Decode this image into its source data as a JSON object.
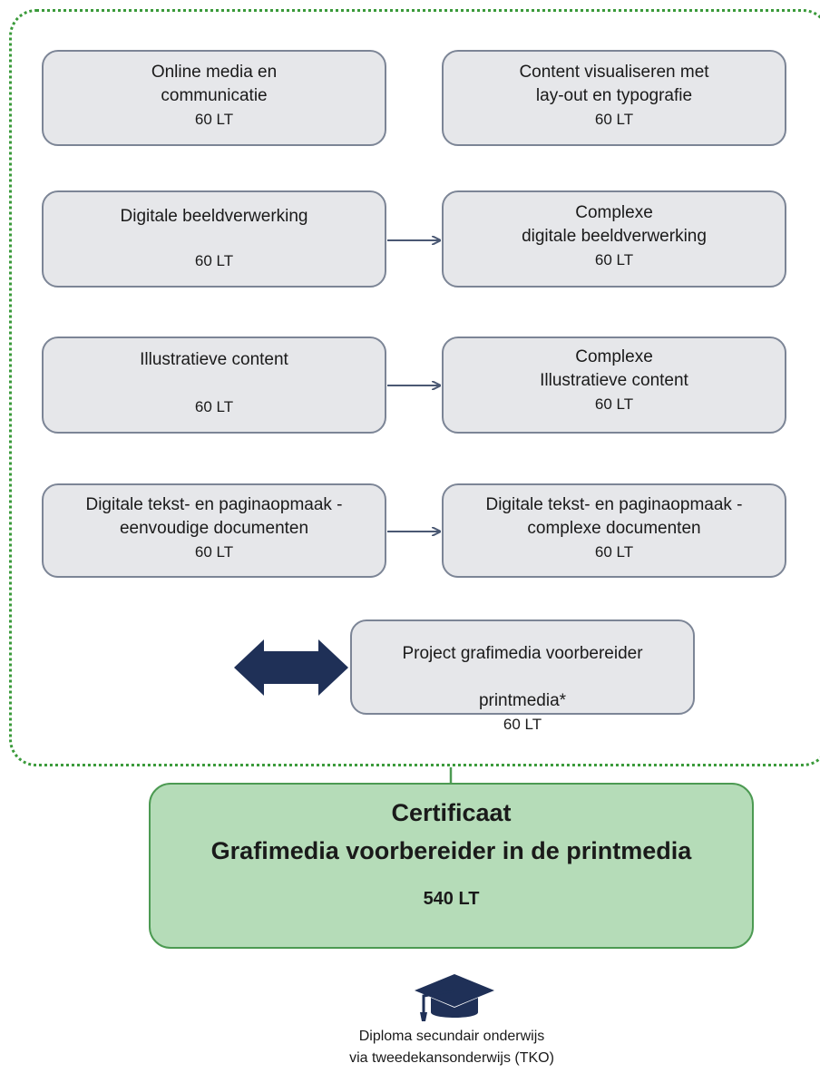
{
  "modules": [
    {
      "title": "Online media en\ncommunicatie",
      "hours": "60 LT"
    },
    {
      "title": "Content visualiseren met\nlay-out en typografie",
      "hours": "60 LT"
    },
    {
      "title": "Digitale beeldverwerking",
      "hours": "60 LT"
    },
    {
      "title": "Complexe\ndigitale beeldverwerking",
      "hours": "60 LT"
    },
    {
      "title": "Illustratieve content",
      "hours": "60 LT"
    },
    {
      "title": "Complexe\nIllustratieve content",
      "hours": "60 LT"
    },
    {
      "title": "Digitale tekst- en paginaopmaak -\neenvoudige documenten",
      "hours": "60 LT"
    },
    {
      "title": "Digitale tekst- en paginaopmaak -\ncomplexe documenten",
      "hours": "60 LT"
    }
  ],
  "project": {
    "title_line1": "Project grafimedia voorbereider",
    "title_line2": "printmedia*",
    "hours": "60 LT"
  },
  "certificate": {
    "line1": "Certificaat",
    "line2": "Grafimedia voorbereider in de printmedia",
    "hours": "540 LT"
  },
  "footer": {
    "line1": "Diploma secundair onderwijs",
    "line2": "via tweedekansonderwijs (TKO)"
  },
  "colors": {
    "box_fill": "#e6e7ea",
    "box_border": "#7c8596",
    "arrow": "#4a5873",
    "frame": "#3a9a3a",
    "cert_fill": "#b5dcb8",
    "cert_border": "#4c9a52",
    "navy": "#1f3057"
  },
  "icons": [
    "double-arrow-icon",
    "graduation-cap-icon"
  ]
}
